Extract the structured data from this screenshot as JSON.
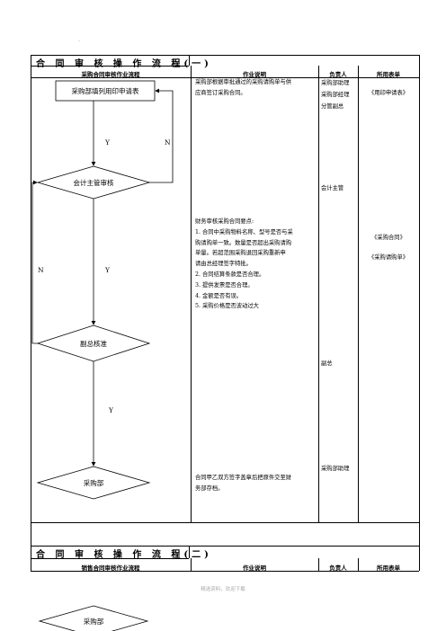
{
  "section1": {
    "title": "合 同 审 核 操 作 流 程(一)",
    "headers": {
      "flow": "采购合同审核作业流程",
      "desc": "作业说明",
      "owner": "负责人",
      "forms": "所用表单"
    },
    "flow": {
      "box1": "采购部填列用印申请表",
      "diamond1": "会计主管审核",
      "diamond2": "副总核准",
      "diamond3": "采购部",
      "y1": "Y",
      "n1": "N",
      "n2": "N",
      "y2": "Y",
      "y3": "Y"
    },
    "desc_block1": [
      "采购部根据审批通过的采购请购单与供",
      "应商签订采购合同。"
    ],
    "desc_block2": [
      "财务审核采购合同要点:",
      "1. 合同中采购物料名称、型号是否与采",
      "购请购单一致。数量是否超出采购请购",
      "单量。若超范围采购退回采购重新申",
      "请由总经理签字特批。",
      "2. 合同结算条款是否合理。",
      "3. 提供发票是否合理。",
      "4. 金额是否有误。",
      "5. 采购价格是否波动过大"
    ],
    "desc_block3": [
      "合同甲乙双方签字盖章后把原件交至财",
      "务部存档。"
    ],
    "owners": {
      "o1": "采购部助理",
      "o2": "采购部经理",
      "o3": "分管副总",
      "o4": "会计主管",
      "o5": "副总",
      "o6": "采购部助理"
    },
    "forms": {
      "f1": "《用印申请表》",
      "f2": "《采购合同》",
      "f3": "《采购请购单》"
    }
  },
  "section2": {
    "title": "合 同 审 核 操 作 流 程(二)",
    "headers": {
      "flow": "销售合同审核作业流程",
      "desc": "作业说明",
      "owner": "负责人",
      "forms": "所用表单"
    },
    "flow": {
      "diamond1": "采购部"
    }
  },
  "footer": "精选资料，欢迎下载",
  "dot": "·"
}
